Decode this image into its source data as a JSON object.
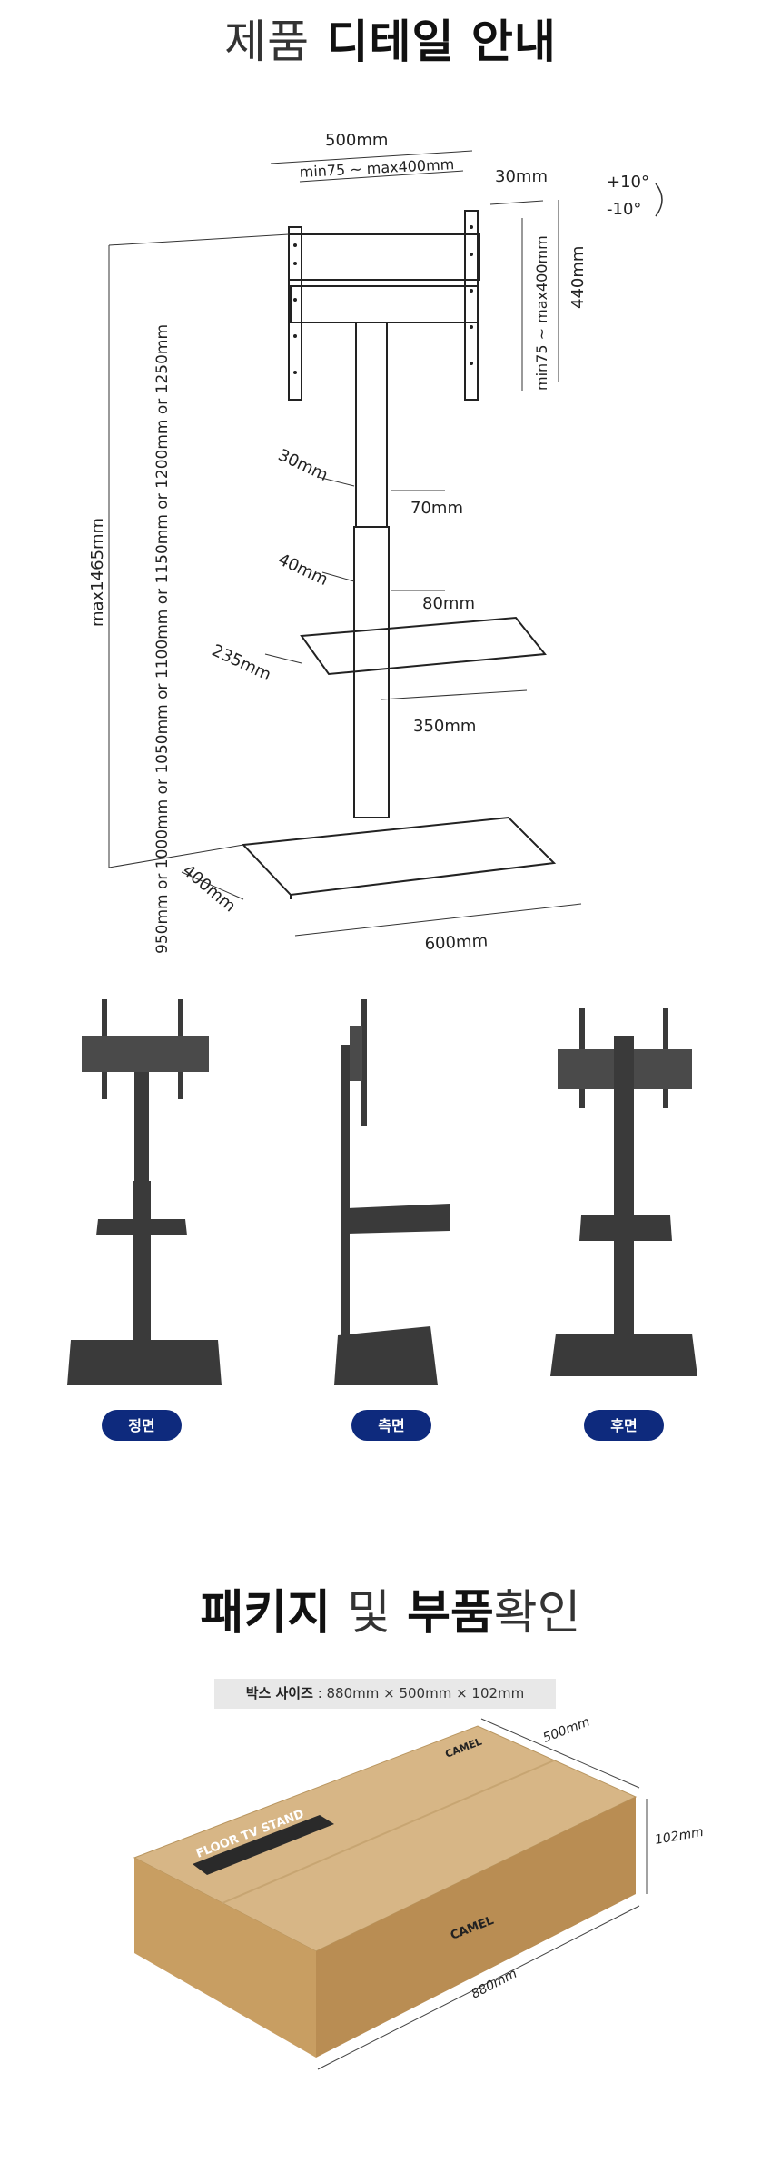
{
  "section1": {
    "title_light": "제품",
    "title_bold": "디테일 안내",
    "dims": {
      "width_500": "500mm",
      "vesa_w": "min75 ~ max400mm",
      "d30_top": "30mm",
      "tilt_up": "+10°",
      "tilt_down": "-10°",
      "vesa_h": "min75 ~ max400mm",
      "h440": "440mm",
      "col_30": "30mm",
      "col_70": "70mm",
      "col_40": "40mm",
      "col_80": "80mm",
      "shelf_235": "235mm",
      "shelf_350": "350mm",
      "height_heights": "950mm or 1000mm or 1050mm or 1100mm or 1150mm or 1200mm or 1250mm",
      "height_max": "max1465mm",
      "base_400": "400mm",
      "base_600": "600mm"
    }
  },
  "views": [
    {
      "label": "정면"
    },
    {
      "label": "측면"
    },
    {
      "label": "후면"
    }
  ],
  "section2": {
    "title_bold1": "패키지",
    "title_light1": "및",
    "title_bold2": "부품",
    "title_light2": "확인",
    "box_size_label": "박스 사이즈",
    "box_size_value": " : 880mm × 500mm × 102mm",
    "box_dims": {
      "d500": "500mm",
      "d102": "102mm",
      "d880": "880mm"
    },
    "box_print": {
      "brand": "CAMEL",
      "product": "FLOOR TV STAND"
    }
  }
}
